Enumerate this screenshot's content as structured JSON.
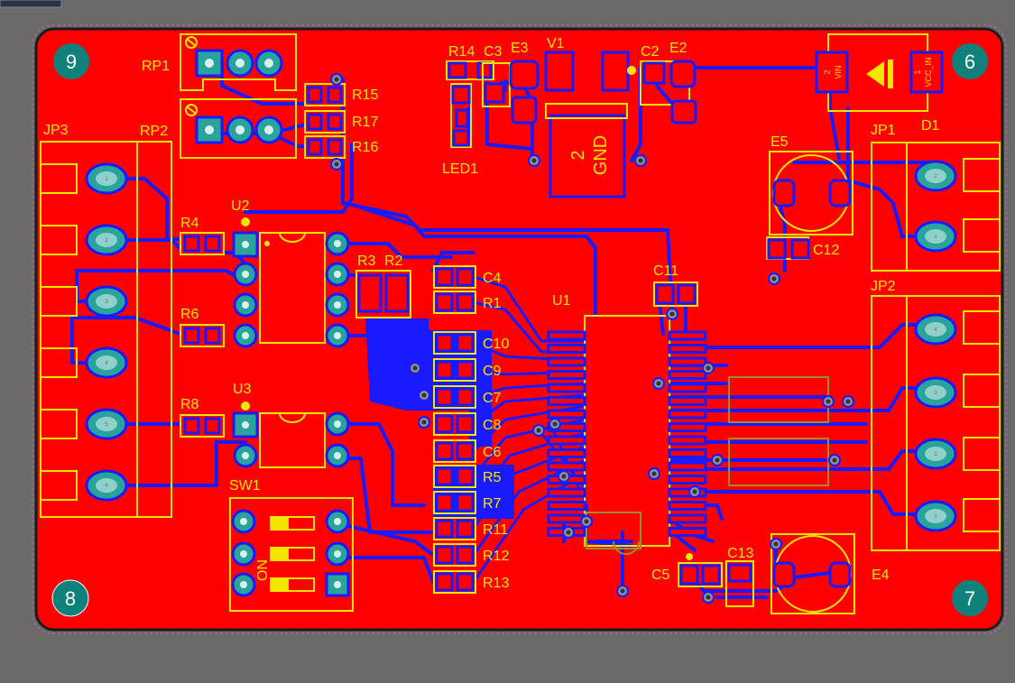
{
  "board": {
    "colors": {
      "background": "#6b6868",
      "top_copper": "#ff0000",
      "bottom_copper": "#1a1aff",
      "silkscreen": "#f2e600",
      "pad": "#2aa39a",
      "mounting_hole": "#10807a",
      "outline": "#000000"
    }
  },
  "mounting_holes": [
    {
      "id": "hole-9",
      "label": "9"
    },
    {
      "id": "hole-6",
      "label": "6"
    },
    {
      "id": "hole-8",
      "label": "8"
    },
    {
      "id": "hole-7",
      "label": "7"
    }
  ],
  "designators": {
    "RP1": "RP1",
    "RP2": "RP2",
    "JP3": "JP3",
    "JP1": "JP1",
    "JP2": "JP2",
    "R14": "R14",
    "C3": "C3",
    "E3": "E3",
    "V1": "V1",
    "C2": "C2",
    "E2": "E2",
    "D1": "D1",
    "E5": "E5",
    "C12": "C12",
    "LED1": "LED1",
    "R15": "R15",
    "R17": "R17",
    "R16": "R16",
    "U2": "U2",
    "R4": "R4",
    "R6": "R6",
    "R8": "R8",
    "U3": "U3",
    "SW1": "SW1",
    "R3": "R3",
    "R2": "R2",
    "U1": "U1",
    "C4": "C4",
    "R1": "R1",
    "C10": "C10",
    "C9": "C9",
    "C7": "C7",
    "C8": "C8",
    "C6": "C6",
    "R5": "R5",
    "R7": "R7",
    "R11": "R11",
    "R12": "R12",
    "R13": "R13",
    "C11": "C11",
    "C5": "C5",
    "C13": "C13",
    "E4": "E4",
    "GND_NUM": "2",
    "GND": "GND",
    "ON": "ON"
  },
  "pad_text": {
    "vin_num": "2",
    "vin": "VIN",
    "vcc_num": "1",
    "vcc": "VCC_IN",
    "jp3_pins": [
      "1",
      "2",
      "3",
      "4",
      "5",
      "6"
    ],
    "jp1_pins": [
      "2",
      "1"
    ],
    "jp2_pins": [
      "4",
      "3",
      "2",
      "1"
    ]
  }
}
